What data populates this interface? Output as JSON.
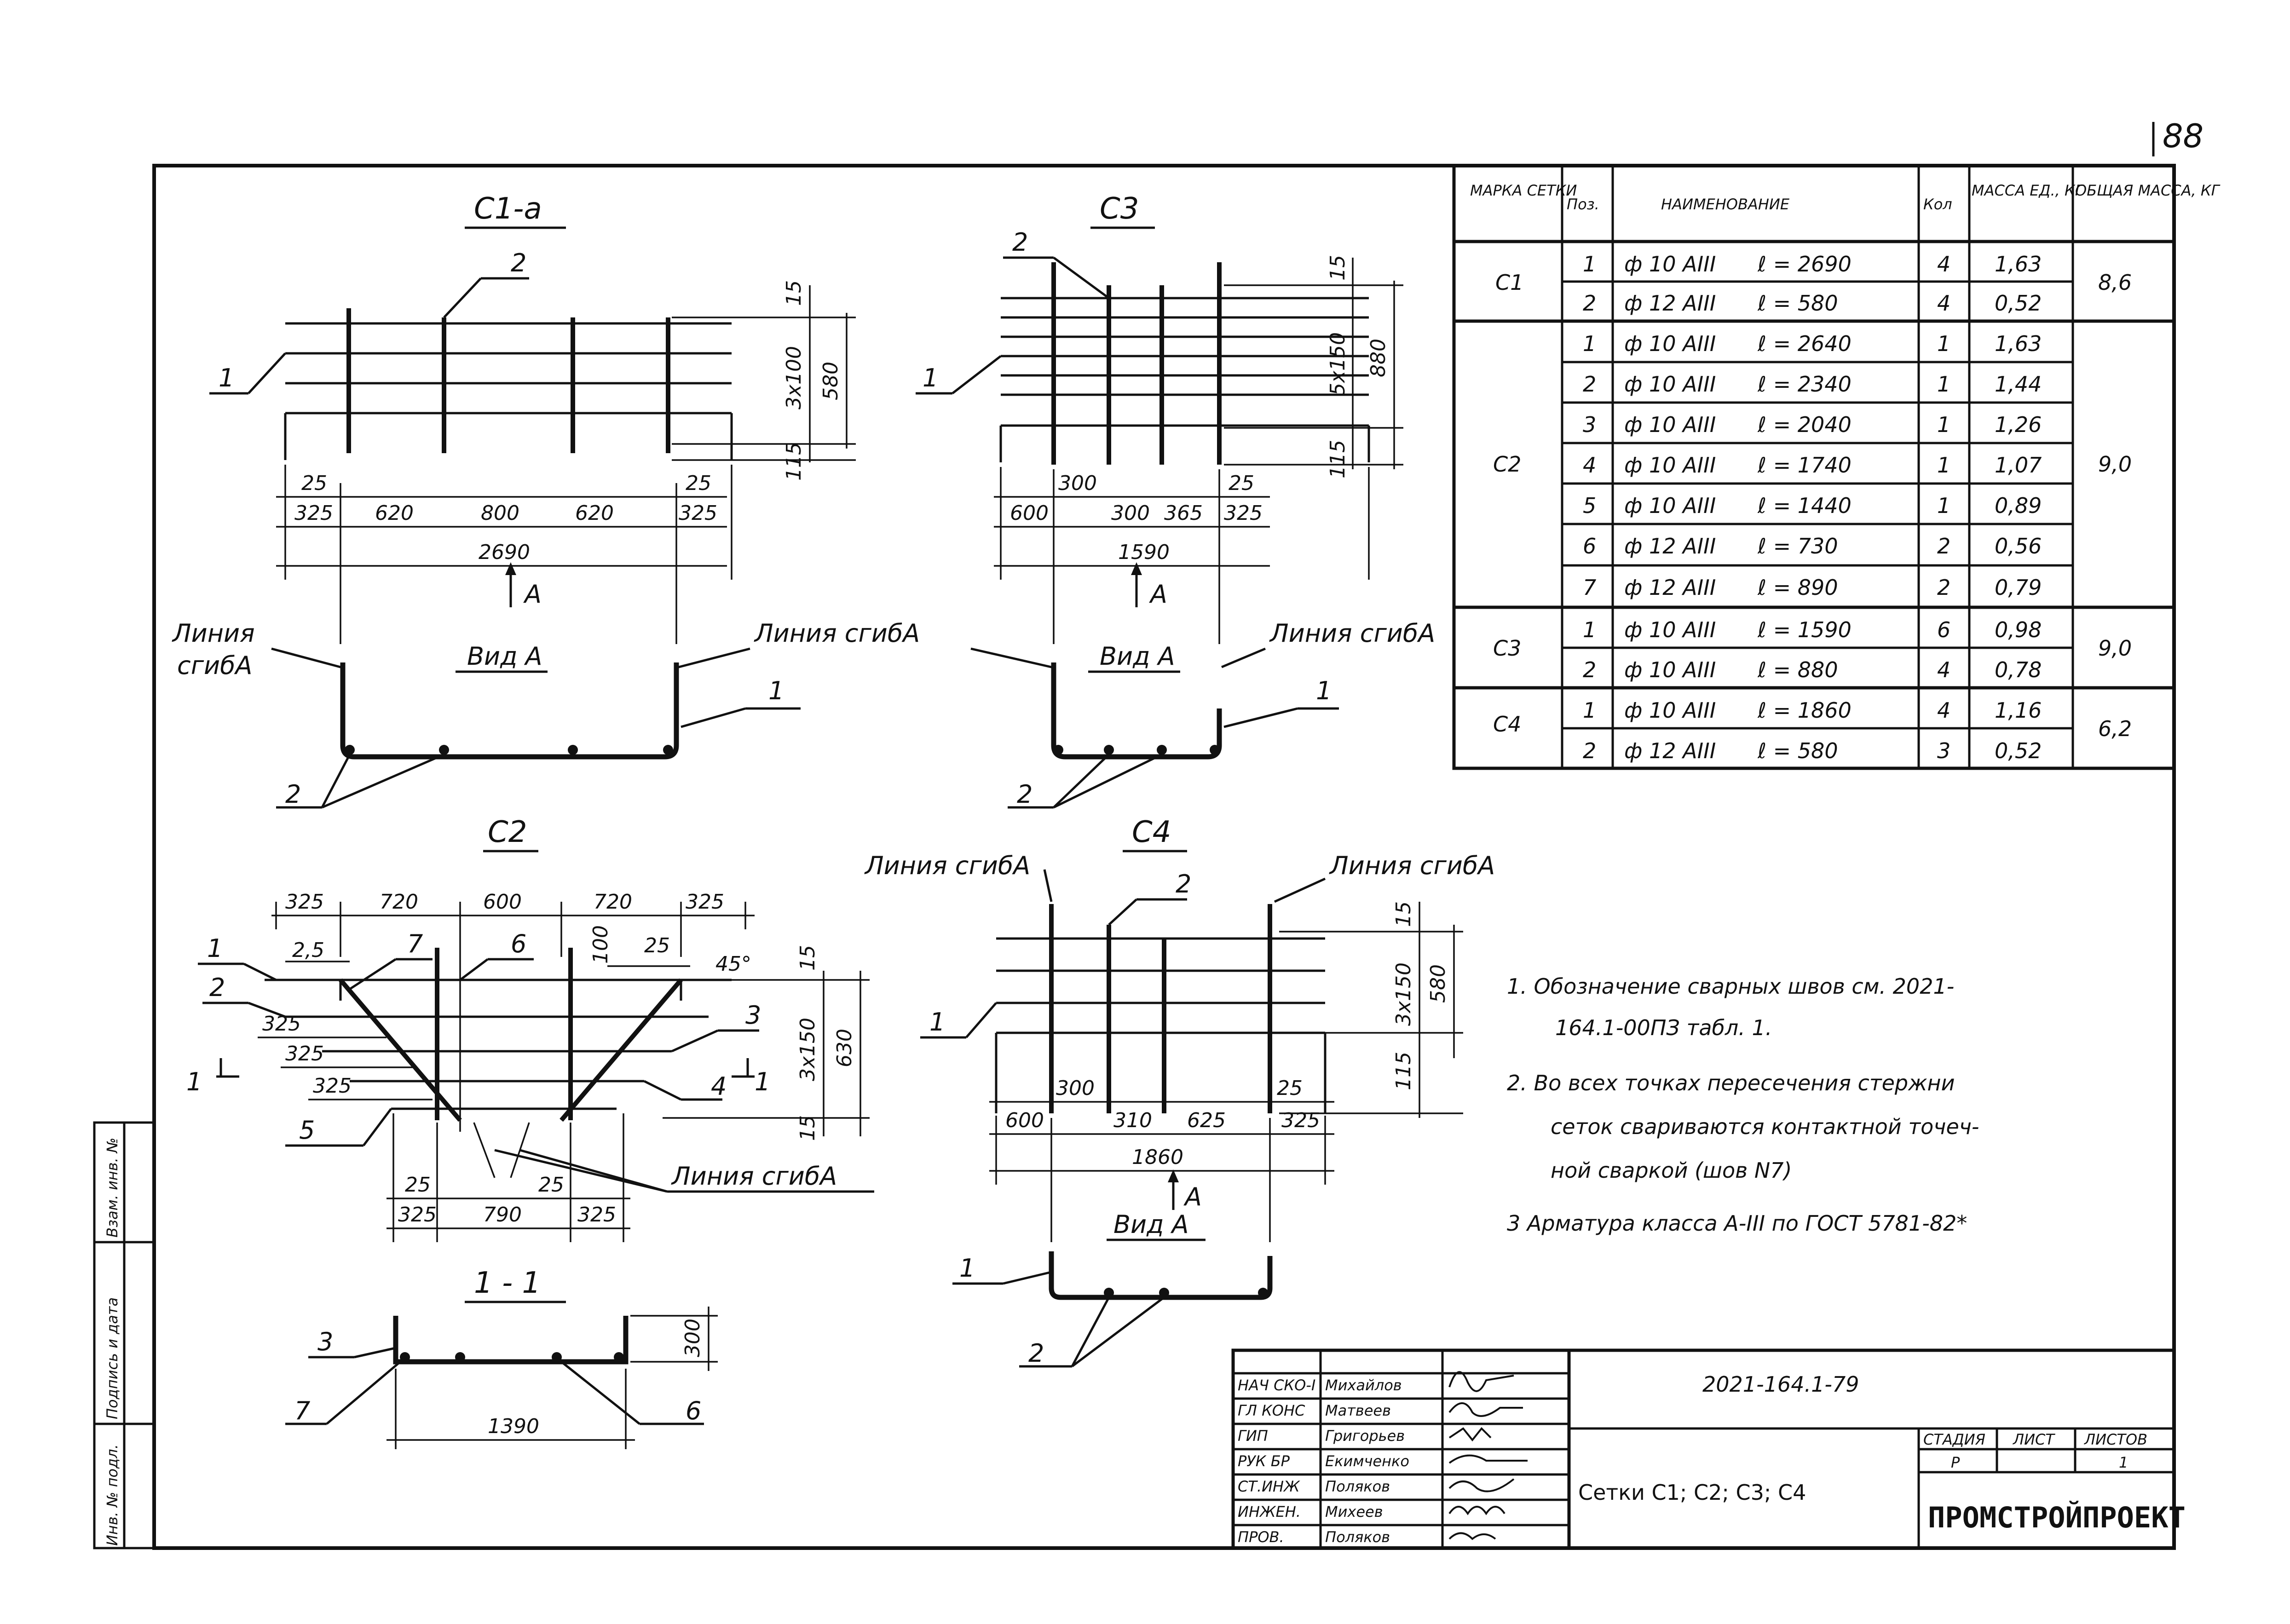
{
  "page_number": "88",
  "views": {
    "c1": {
      "title": "C1-a",
      "dims": [
        "15",
        "3x100",
        "580",
        "115",
        "25",
        "325",
        "620",
        "800",
        "620",
        "325",
        "25",
        "2690"
      ],
      "pos1": "1",
      "pos2": "2",
      "arrow": "A",
      "view_label": "Вид А",
      "bend_left_1": "Линия",
      "bend_left_2": "сгибA",
      "bend_right": "Линия сгибA",
      "leader1": "1",
      "leader2": "2"
    },
    "c3": {
      "title": "C3",
      "dims": [
        "15",
        "5x150",
        "880",
        "115",
        "300",
        "25",
        "600",
        "300",
        "365",
        "325",
        "1590"
      ],
      "pos1": "1",
      "pos2": "2",
      "arrow": "A",
      "view_label": "Вид А",
      "bend_right": "Линия сгибA",
      "leader1": "1",
      "leader2": "2"
    },
    "c2": {
      "title": "C2",
      "dims_top": [
        "325",
        "720",
        "600",
        "720",
        "325"
      ],
      "dims_small": [
        "2,5",
        "100",
        "25",
        "45°"
      ],
      "dims_right": [
        "15",
        "3x150",
        "630",
        "15"
      ],
      "dims_left": [
        "325",
        "325",
        "325"
      ],
      "dims_bottom": [
        "25",
        "25",
        "325",
        "790",
        "325"
      ],
      "positions": [
        "1",
        "2",
        "7",
        "6",
        "3",
        "4",
        "5"
      ],
      "section_marks": [
        "1",
        "1"
      ],
      "bend": "Линия сгибA"
    },
    "sec11": {
      "title": "1 - 1",
      "dims": [
        "300",
        "1390"
      ],
      "positions": [
        "3",
        "7",
        "6"
      ]
    },
    "c4": {
      "title": "C4",
      "bend_left": "Линия сгибA",
      "bend_right": "Линия сгибA",
      "dims": [
        "15",
        "3x150",
        "580",
        "115",
        "300",
        "25",
        "600",
        "310",
        "625",
        "325",
        "1860"
      ],
      "pos1": "1",
      "pos2": "2",
      "arrow": "A",
      "view_label": "Вид А",
      "leader1": "1",
      "leader2": "2"
    }
  },
  "spec_table": {
    "headers": [
      "МАРКА СЕТКИ",
      "Поз.",
      "НАИМЕНОВАНИЕ",
      "Кол",
      "МАССА ЕД., КГ",
      "ОБЩАЯ МАССА, КГ"
    ],
    "groups": [
      {
        "mark": "C1",
        "total": "8,6",
        "rows": [
          {
            "pos": "1",
            "name": "ф 10 AIII",
            "len": "ℓ = 2690",
            "qty": "4",
            "mass": "1,63"
          },
          {
            "pos": "2",
            "name": "ф 12 AIII",
            "len": "ℓ = 580",
            "qty": "4",
            "mass": "0,52"
          }
        ]
      },
      {
        "mark": "C2",
        "total": "9,0",
        "rows": [
          {
            "pos": "1",
            "name": "ф 10 AIII",
            "len": "ℓ = 2640",
            "qty": "1",
            "mass": "1,63"
          },
          {
            "pos": "2",
            "name": "ф 10 AIII",
            "len": "ℓ = 2340",
            "qty": "1",
            "mass": "1,44"
          },
          {
            "pos": "3",
            "name": "ф 10 AIII",
            "len": "ℓ = 2040",
            "qty": "1",
            "mass": "1,26"
          },
          {
            "pos": "4",
            "name": "ф 10 AIII",
            "len": "ℓ = 1740",
            "qty": "1",
            "mass": "1,07"
          },
          {
            "pos": "5",
            "name": "ф 10 AIII",
            "len": "ℓ = 1440",
            "qty": "1",
            "mass": "0,89"
          },
          {
            "pos": "6",
            "name": "ф 12 AIII",
            "len": "ℓ = 730",
            "qty": "2",
            "mass": "0,56"
          },
          {
            "pos": "7",
            "name": "ф 12 AIII",
            "len": "ℓ = 890",
            "qty": "2",
            "mass": "0,79"
          }
        ]
      },
      {
        "mark": "C3",
        "total": "9,0",
        "rows": [
          {
            "pos": "1",
            "name": "ф 10 AIII",
            "len": "ℓ = 1590",
            "qty": "6",
            "mass": "0,98"
          },
          {
            "pos": "2",
            "name": "ф 10 AIII",
            "len": "ℓ = 880",
            "qty": "4",
            "mass": "0,78"
          }
        ]
      },
      {
        "mark": "C4",
        "total": "6,2",
        "rows": [
          {
            "pos": "1",
            "name": "ф 10 AIII",
            "len": "ℓ = 1860",
            "qty": "4",
            "mass": "1,16"
          },
          {
            "pos": "2",
            "name": "ф 12 AIII",
            "len": "ℓ = 580",
            "qty": "3",
            "mass": "0,52"
          }
        ]
      }
    ]
  },
  "notes": [
    "1. Обозначение сварных швов см. 2021-",
    "164.1-00ПЗ табл. 1.",
    "2. Во всех точках пересечения стержни",
    "сеток свариваются контактной точеч-",
    "ной сваркой (шов N7)",
    "3 Арматура класса A-III по ГОСТ 5781-82*"
  ],
  "title_block": {
    "roles": [
      "НАЧ СКО-I",
      "ГЛ КОНС",
      "ГИП",
      "РУК БР",
      "СТ.ИНЖ",
      "ИНЖЕН.",
      "ПРОВ."
    ],
    "names": [
      "Михайлов",
      "Матвеев",
      "Григорьев",
      "Екимченко",
      "Поляков",
      "Михеев",
      "Поляков"
    ],
    "doc_code": "2021-164.1-79",
    "doc_title": "Сетки С1; С2; С3; С4",
    "stage_header": "СТАДИЯ",
    "sheet_header": "ЛИСТ",
    "sheets_header": "ЛИСТОВ",
    "stage": "Р",
    "sheet": "",
    "sheets": "1",
    "org": "ПРОМСТРОЙПРОЕКТ"
  },
  "side_stamp": [
    "Инв. № подл.",
    "Подпись и дата",
    "Взам. инв. №"
  ]
}
